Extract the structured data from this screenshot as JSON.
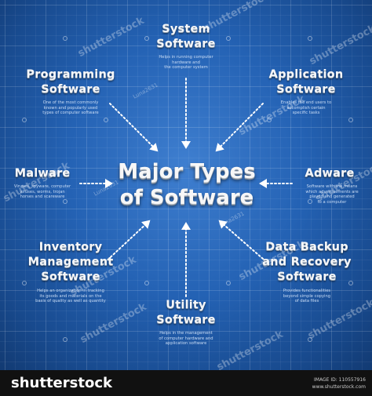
{
  "center_title": {
    "line1": "Major Types",
    "line2": "of Software"
  },
  "nodes": {
    "system": {
      "title1": "System",
      "title2": "Software",
      "desc": [
        "Helps in running computer",
        "hardware and",
        "the computer system"
      ]
    },
    "programming": {
      "title1": "Programming",
      "title2": "Software",
      "desc": [
        "One of the most commonly",
        "known and popularly used",
        "types of computer software"
      ]
    },
    "application": {
      "title1": "Application",
      "title2": "Software",
      "desc": [
        "Enables the end users to",
        "accomplish certain",
        "specific tasks"
      ]
    },
    "malware": {
      "title1": "Malware",
      "desc": [
        "Viruses, spyware, computer",
        "viruses, worms, trojan",
        "horses and scareware"
      ]
    },
    "adware": {
      "title1": "Adware",
      "desc": [
        "Software with the means",
        "which advertisements are",
        "played and generated",
        "to a computer"
      ]
    },
    "inventory": {
      "title1": "Inventory",
      "title2": "Management",
      "title3": "Software",
      "desc": [
        "Helps an organization in tracking",
        "its goods and materials on the",
        "basis of quality as well as quantity"
      ]
    },
    "backup": {
      "title1": "Data Backup",
      "title2": "and Recovery",
      "title3": "Software",
      "desc": [
        "Provides functionalities",
        "beyond simple copying",
        "of data files"
      ]
    },
    "utility": {
      "title1": "Utility",
      "title2": "Software",
      "desc": [
        "Helps in the management",
        "of computer hardware and",
        "application software"
      ]
    }
  },
  "watermark": {
    "text": "shutterstock",
    "small": "Luna2631"
  },
  "footer": {
    "brand": "shutterstock",
    "image_id": "IMAGE ID: 110557916",
    "site": "www.shutterstock.com"
  }
}
